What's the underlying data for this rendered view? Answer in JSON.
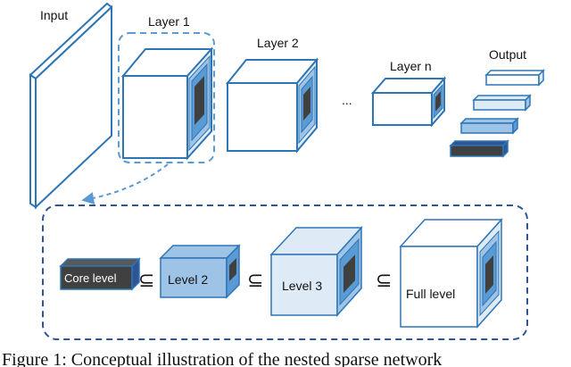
{
  "labels": {
    "input": "Input",
    "layer1": "Layer 1",
    "layer2": "Layer 2",
    "layer_n": "Layer n",
    "output": "Output",
    "ellipsis": "...",
    "core_level": "Core level",
    "level2": "Level 2",
    "level3": "Level 3",
    "full_level": "Full level",
    "subset_symbol": "⊆"
  },
  "caption": "Figure 1: Conceptual illustration of the nested sparse network",
  "colors": {
    "outline": "#2e75b6",
    "light_blue": "#deebf7",
    "mid_blue": "#9dc3e6",
    "blue": "#5b9bd5",
    "dark_blue": "#2f5597",
    "core_dark": "#404040"
  }
}
